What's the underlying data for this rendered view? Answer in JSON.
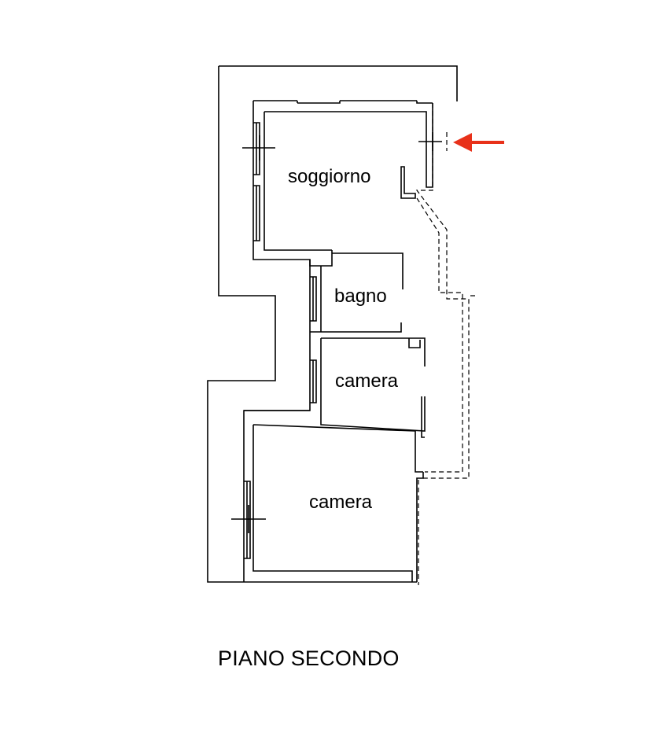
{
  "rooms": {
    "soggiorno": "soggiorno",
    "bagno": "bagno",
    "camera_1": "camera",
    "camera_2": "camera"
  },
  "floor_title": "PIANO SECONDO",
  "colors": {
    "line": "#000000",
    "arrow": "#e8311a",
    "background": "#ffffff"
  }
}
